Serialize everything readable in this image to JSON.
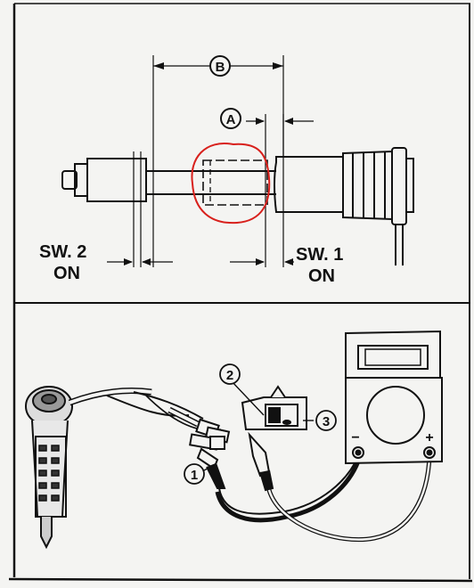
{
  "upper_diagram": {
    "dim_b": "B",
    "dim_a": "A",
    "sw2_line1": "SW. 2",
    "sw2_line2": "ON",
    "sw1_line1": "SW. 1",
    "sw1_line2": "ON"
  },
  "lower_diagram": {
    "callout_1": "1",
    "callout_2": "2",
    "callout_3": "3",
    "meter_minus": "−",
    "meter_plus": "+"
  },
  "colors": {
    "ink": "#111111",
    "highlight_circle": "#d8201c",
    "paper": "#f4f4f2"
  }
}
